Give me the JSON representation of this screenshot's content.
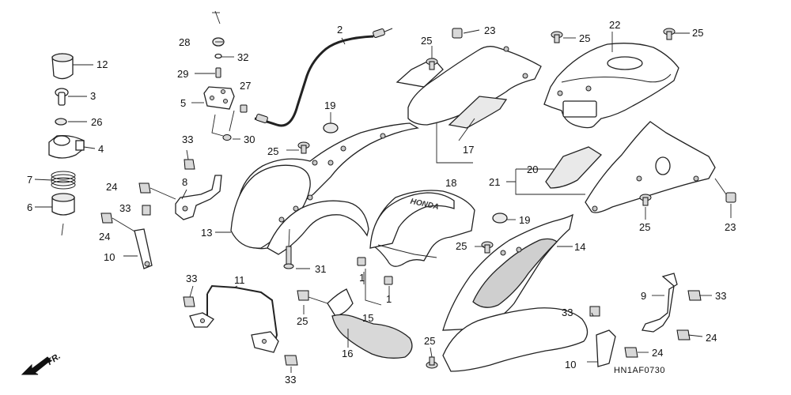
{
  "callouts": [
    {
      "id": "c12",
      "text": "12"
    },
    {
      "id": "c3",
      "text": "3"
    },
    {
      "id": "c26",
      "text": "26"
    },
    {
      "id": "c4",
      "text": "4"
    },
    {
      "id": "c7",
      "text": "7"
    },
    {
      "id": "c6",
      "text": "6"
    },
    {
      "id": "c28",
      "text": "28"
    },
    {
      "id": "c32",
      "text": "32"
    },
    {
      "id": "c29",
      "text": "29"
    },
    {
      "id": "c27",
      "text": "27"
    },
    {
      "id": "c5",
      "text": "5"
    },
    {
      "id": "c30",
      "text": "30"
    },
    {
      "id": "c2",
      "text": "2"
    },
    {
      "id": "c33a",
      "text": "33"
    },
    {
      "id": "c24a",
      "text": "24"
    },
    {
      "id": "c8",
      "text": "8"
    },
    {
      "id": "c33b",
      "text": "33"
    },
    {
      "id": "c24b",
      "text": "24"
    },
    {
      "id": "c10a",
      "text": "10"
    },
    {
      "id": "c13",
      "text": "13"
    },
    {
      "id": "c25a",
      "text": "25"
    },
    {
      "id": "c19a",
      "text": "19"
    },
    {
      "id": "c31",
      "text": "31"
    },
    {
      "id": "c25b",
      "text": "25"
    },
    {
      "id": "c23a",
      "text": "23"
    },
    {
      "id": "c17",
      "text": "17"
    },
    {
      "id": "c18",
      "text": "18"
    },
    {
      "id": "c25c",
      "text": "25"
    },
    {
      "id": "c22",
      "text": "22"
    },
    {
      "id": "c25d",
      "text": "25"
    },
    {
      "id": "c20",
      "text": "20"
    },
    {
      "id": "c21",
      "text": "21"
    },
    {
      "id": "c25e",
      "text": "25"
    },
    {
      "id": "c23b",
      "text": "23"
    },
    {
      "id": "c19b",
      "text": "19"
    },
    {
      "id": "c14",
      "text": "14"
    },
    {
      "id": "c25f",
      "text": "25"
    },
    {
      "id": "c1a",
      "text": "1"
    },
    {
      "id": "c1b",
      "text": "1"
    },
    {
      "id": "c15",
      "text": "15"
    },
    {
      "id": "c33c",
      "text": "33"
    },
    {
      "id": "c11",
      "text": "11"
    },
    {
      "id": "c25g",
      "text": "25"
    },
    {
      "id": "c16",
      "text": "16"
    },
    {
      "id": "c25h",
      "text": "25"
    },
    {
      "id": "c33d",
      "text": "33"
    },
    {
      "id": "c9",
      "text": "9"
    },
    {
      "id": "c33e",
      "text": "33"
    },
    {
      "id": "c33f",
      "text": "33"
    },
    {
      "id": "c24c",
      "text": "24"
    },
    {
      "id": "c24d",
      "text": "24"
    },
    {
      "id": "c10b",
      "text": "10"
    }
  ],
  "front_arrow_label": "FR.",
  "brand_text": "HONDA",
  "diagram_code": "HN1AF0730"
}
